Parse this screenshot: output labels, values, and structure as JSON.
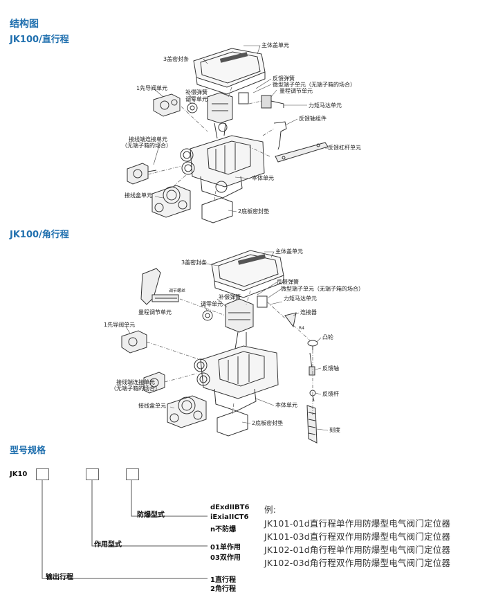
{
  "page": {
    "title": "结构图",
    "section1": "JK100/直行程",
    "section2": "JK100/角行程",
    "section3": "型号规格"
  },
  "diagram1": {
    "callouts": {
      "cover_seal": "3盖密封条",
      "main_cover": "主体盖单元",
      "feedback_spring": "反馈弹簧",
      "micro_terminal": "微型端子单元（无端子箱的场合）",
      "range_adjust": "量程调节单元",
      "torque_motor": "力矩马达单元",
      "pilot_valve": "1先导阀单元",
      "comp_spring": "补偿弹簧",
      "zero_adjust": "调零单元",
      "feedback_shaft": "反馈轴组件",
      "feedback_lever": "反馈杠杆单元",
      "wiring_terminal": "接线端连接单元",
      "wiring_terminal_note": "（无端子箱的场合）",
      "body_unit": "本体单元",
      "junction_box": "接线盒单元",
      "base_gasket": "2底板密封垫"
    }
  },
  "diagram2": {
    "callouts": {
      "cover_seal": "3盖密封条",
      "main_cover": "主体盖单元",
      "adjust_screw": "调节螺丝",
      "feedback_spring": "反馈弹簧",
      "micro_terminal": "微型端子单元（无端子箱的场合）",
      "comp_spring": "补偿弹簧",
      "torque_motor": "力矩马达单元",
      "range_adjust": "量程调节单元",
      "zero_adjust": "调零单元",
      "connector": "连接器",
      "r4": "R4",
      "pilot_valve": "1先导阀单元",
      "cam": "凸轮",
      "feedback_shaft": "反馈轴",
      "wiring_terminal": "接线端连接单元",
      "wiring_terminal_note": "（无端子箱的场合）",
      "feedback_rod": "反馈杆",
      "body_unit": "本体单元",
      "junction_box": "接线盒单元",
      "base_gasket": "2底板密封垫",
      "scale": "刻度"
    }
  },
  "model_spec": {
    "prefix": "JK10",
    "explosion_label": "防爆型式",
    "explosion_options": [
      "dExdIIBT6",
      "iExiaIICT6",
      "n不防爆"
    ],
    "action_label": "作用型式",
    "action_options": [
      "01单作用",
      "03双作用"
    ],
    "stroke_label": "输出行程",
    "stroke_options": [
      "1直行程",
      "2角行程"
    ],
    "example_title": "例:",
    "examples": [
      "JK101-01d直行程单作用防爆型电气阀门定位器",
      "JK101-03d直行程双作用防爆型电气阀门定位器",
      "JK102-01d角行程单作用防爆型电气阀门定位器",
      "JK102-03d角行程双作用防爆型电气阀门定位器"
    ]
  }
}
